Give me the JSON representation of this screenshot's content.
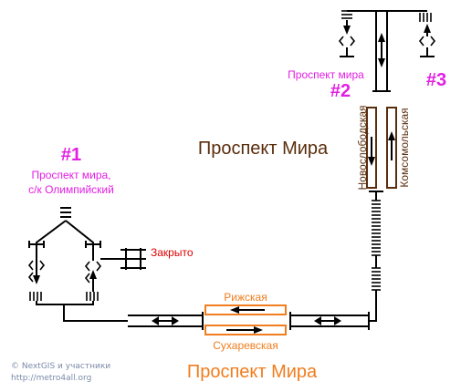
{
  "colors": {
    "track": "#000000",
    "orange": "#f07d1e",
    "brown": "#5a2d0c",
    "magenta": "#e31ee3",
    "red": "#e00000",
    "credit": "#7a8aa8"
  },
  "exits": {
    "e1": {
      "number": "#1",
      "line1": "Проспект мира,",
      "line2": "с/к Олимпийский"
    },
    "e2": {
      "number": "#2",
      "name": "Проспект мира"
    },
    "e3": {
      "number": "#3"
    }
  },
  "closed_label": "Закрыто",
  "stations": {
    "upper": {
      "name": "Проспект Мира",
      "left_platform": "Новослободская",
      "right_platform": "Комсомольская"
    },
    "lower": {
      "name": "Проспект Мира",
      "top_platform": "Рижская",
      "bottom_platform": "Сухаревская"
    }
  },
  "credit": {
    "line1": "© NextGIS и участники",
    "line2": "http://metro4all.org"
  }
}
